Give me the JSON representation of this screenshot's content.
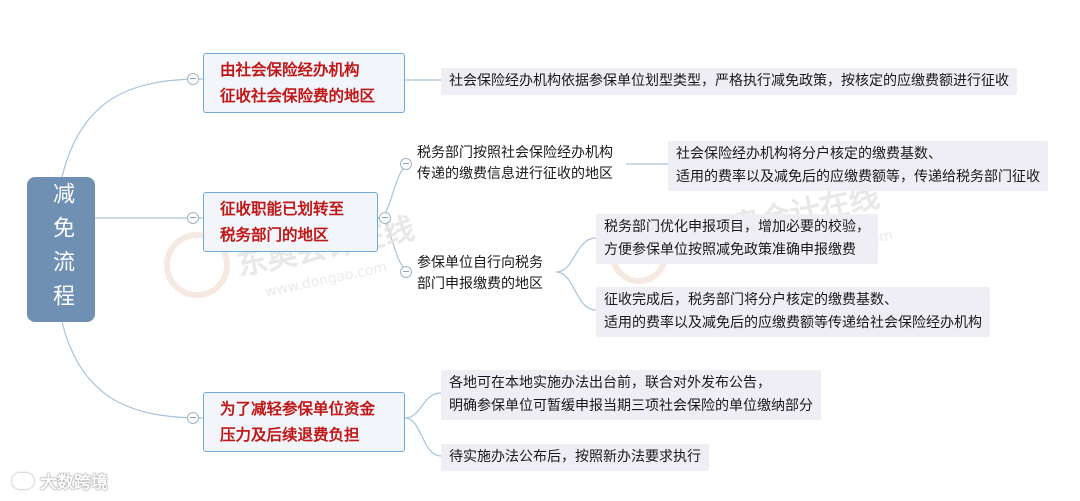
{
  "root": {
    "label": "减免流程"
  },
  "branches": [
    {
      "title_lines": [
        "由社会保险经办机构",
        "征收社会保险费的地区"
      ],
      "detail_lines": [
        "社会保险经办机构依据参保单位划型类型，严格执行减免政策，按核定的应缴费额进行征收"
      ]
    },
    {
      "title_lines": [
        "征收职能已划转至",
        "税务部门的地区"
      ],
      "children": [
        {
          "label_lines": [
            "税务部门按照社会保险经办机构",
            "传递的缴费信息进行征收的地区"
          ],
          "detail_lines": [
            "社会保险经办机构将分户核定的缴费基数、",
            "适用的费率以及减免后的应缴费额等，传递给税务部门征收"
          ]
        },
        {
          "label_lines": [
            "参保单位自行向税务",
            "部门申报缴费的地区"
          ],
          "details": [
            {
              "lines": [
                "税务部门优化申报项目，增加必要的校验，",
                "方便参保单位按照减免政策准确申报缴费"
              ]
            },
            {
              "lines": [
                "征收完成后，税务部门将分户核定的缴费基数、",
                "适用的费率以及减免后的应缴费额等传递给社会保险经办机构"
              ]
            }
          ]
        }
      ]
    },
    {
      "title_lines": [
        "为了减轻参保单位资金",
        "压力及后续退费负担"
      ],
      "details": [
        {
          "lines": [
            "各地可在本地实施办法出台前，联合对外发布公告，",
            "明确参保单位可暂缓申报当期三项社会保险的单位缴纳部分"
          ]
        },
        {
          "lines": [
            "待实施办法公布后，按照新办法要求执行"
          ]
        }
      ]
    }
  ],
  "watermark": {
    "text": "东奥会计在线",
    "url": "www.dongao.com"
  },
  "brand": {
    "label": "大数跨境"
  },
  "colors": {
    "root_fill": "#6f90b3",
    "title_text": "#c01818",
    "connector": "#a9c3da",
    "box_fill": "#efeef4"
  }
}
